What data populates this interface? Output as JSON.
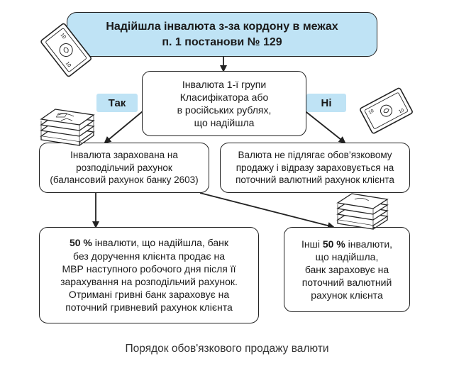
{
  "diagram": {
    "top_box": {
      "line1": "Надійшла інвалюта з-за кордону в межах",
      "line2": "п. 1 постанови № 129"
    },
    "condition_box": {
      "lines": [
        "Інвалюта 1-ї групи",
        "Класифікатора або",
        "в  російських рублях,",
        "що надійшла"
      ]
    },
    "yes_label": "Так",
    "no_label": "Ні",
    "yes_box": {
      "lines": [
        "Інвалюта зарахована на",
        "розподільчий рахунок",
        "(балансовий рахунок банку 2603)"
      ]
    },
    "no_box": {
      "lines": [
        "Валюта не підлягає обов’язковому",
        "продажу і відразу зараховується на",
        "поточний валютний рахунок клієнта"
      ]
    },
    "sell_box": {
      "percent": "50 %",
      "line1_rest": " інвалюти, що надійшла, банк",
      "lines": [
        "без доручення клієнта продає на",
        "МВР наступного робочого дня після її",
        "зарахування на розподільчий рахунок.",
        "Отримані гривні банк зараховує на",
        "поточний гривневий рахунок клієнта"
      ]
    },
    "rest_box": {
      "prefix": "Інші ",
      "percent": "50 %",
      "line1_rest": " інвалюти,",
      "lines": [
        "що надійшла,",
        "банк зараховує на",
        "поточний валютний",
        "рахунок клієнта"
      ]
    },
    "caption": "Порядок обов'язкового продажу валюти"
  },
  "colors": {
    "accent_fill": "#bfe3f5",
    "border": "#222222"
  },
  "icons": [
    "banknote-icon",
    "money-stack-icon"
  ]
}
